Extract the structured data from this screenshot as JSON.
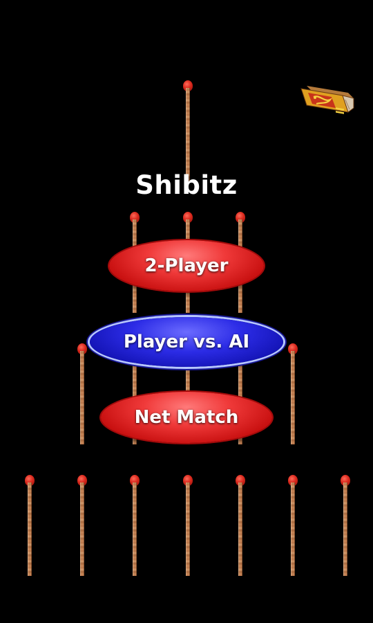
{
  "title": "Shibitz",
  "menu": {
    "two_player": "2-Player",
    "vs_ai": "Player vs. AI",
    "net_match": "Net Match"
  },
  "colors": {
    "background": "#000000",
    "button_red": "#e02020",
    "button_blue": "#2020d8",
    "match_head": "#d8281c",
    "match_stick": "#c58455"
  },
  "icons": {
    "matchbox": "matchbox-icon"
  },
  "rows": {
    "row1_matches": 1,
    "row2_matches": 3,
    "row3_matches": 5,
    "row4_matches": 7
  }
}
